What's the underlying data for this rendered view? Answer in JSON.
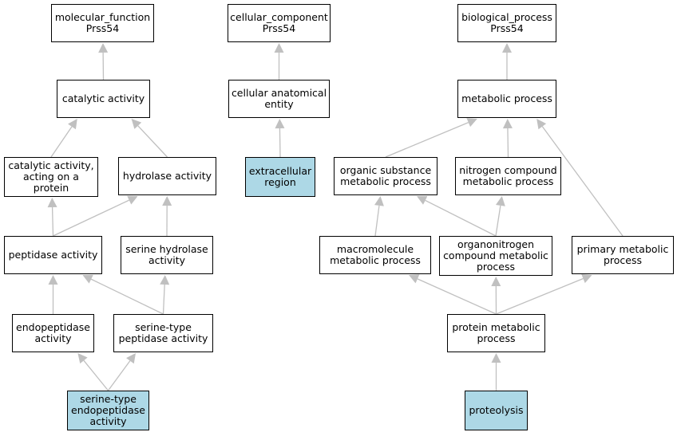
{
  "colors": {
    "highlight": "#add8e6",
    "edge": "#c0c0c0",
    "border": "#000000"
  },
  "nodes": {
    "mf_root": {
      "lines": [
        "molecular_function",
        "Prss54"
      ],
      "highlighted": false
    },
    "catalytic": {
      "lines": [
        "catalytic activity"
      ],
      "highlighted": false
    },
    "cat_prot": {
      "lines": [
        "catalytic activity,",
        "acting on a",
        "protein"
      ],
      "highlighted": false
    },
    "hydrolase": {
      "lines": [
        "hydrolase activity"
      ],
      "highlighted": false
    },
    "peptidase": {
      "lines": [
        "peptidase activity"
      ],
      "highlighted": false
    },
    "ser_hydro": {
      "lines": [
        "serine hydrolase",
        "activity"
      ],
      "highlighted": false
    },
    "endopep": {
      "lines": [
        "endopeptidase",
        "activity"
      ],
      "highlighted": false
    },
    "ser_pep": {
      "lines": [
        "serine-type",
        "peptidase activity"
      ],
      "highlighted": false
    },
    "ser_endo": {
      "lines": [
        "serine-type",
        "endopeptidase",
        "activity"
      ],
      "highlighted": true
    },
    "cc_root": {
      "lines": [
        "cellular_component",
        "Prss54"
      ],
      "highlighted": false
    },
    "cell_anat": {
      "lines": [
        "cellular anatomical",
        "entity"
      ],
      "highlighted": false
    },
    "extracell": {
      "lines": [
        "extracellular",
        "region"
      ],
      "highlighted": true
    },
    "bp_root": {
      "lines": [
        "biological_process",
        "Prss54"
      ],
      "highlighted": false
    },
    "metab": {
      "lines": [
        "metabolic process"
      ],
      "highlighted": false
    },
    "org_sub": {
      "lines": [
        "organic substance",
        "metabolic process"
      ],
      "highlighted": false
    },
    "nitro": {
      "lines": [
        "nitrogen compound",
        "metabolic process"
      ],
      "highlighted": false
    },
    "macromol": {
      "lines": [
        "macromolecule",
        "metabolic process"
      ],
      "highlighted": false
    },
    "organonit": {
      "lines": [
        "organonitrogen",
        "compound metabolic",
        "process"
      ],
      "highlighted": false
    },
    "primary": {
      "lines": [
        "primary metabolic",
        "process"
      ],
      "highlighted": false
    },
    "prot_met": {
      "lines": [
        "protein metabolic",
        "process"
      ],
      "highlighted": false
    },
    "proteolysis": {
      "lines": [
        "proteolysis"
      ],
      "highlighted": true
    }
  },
  "edges": [
    [
      "catalytic",
      "mf_root"
    ],
    [
      "cat_prot",
      "catalytic"
    ],
    [
      "hydrolase",
      "catalytic"
    ],
    [
      "peptidase",
      "cat_prot"
    ],
    [
      "peptidase",
      "hydrolase"
    ],
    [
      "ser_hydro",
      "hydrolase"
    ],
    [
      "endopep",
      "peptidase"
    ],
    [
      "ser_pep",
      "peptidase"
    ],
    [
      "ser_pep",
      "ser_hydro"
    ],
    [
      "ser_endo",
      "endopep"
    ],
    [
      "ser_endo",
      "ser_pep"
    ],
    [
      "cell_anat",
      "cc_root"
    ],
    [
      "extracell",
      "cell_anat"
    ],
    [
      "metab",
      "bp_root"
    ],
    [
      "org_sub",
      "metab"
    ],
    [
      "nitro",
      "metab"
    ],
    [
      "primary",
      "metab"
    ],
    [
      "macromol",
      "org_sub"
    ],
    [
      "organonit",
      "org_sub"
    ],
    [
      "organonit",
      "nitro"
    ],
    [
      "prot_met",
      "macromol"
    ],
    [
      "prot_met",
      "organonit"
    ],
    [
      "prot_met",
      "primary"
    ],
    [
      "proteolysis",
      "prot_met"
    ]
  ]
}
